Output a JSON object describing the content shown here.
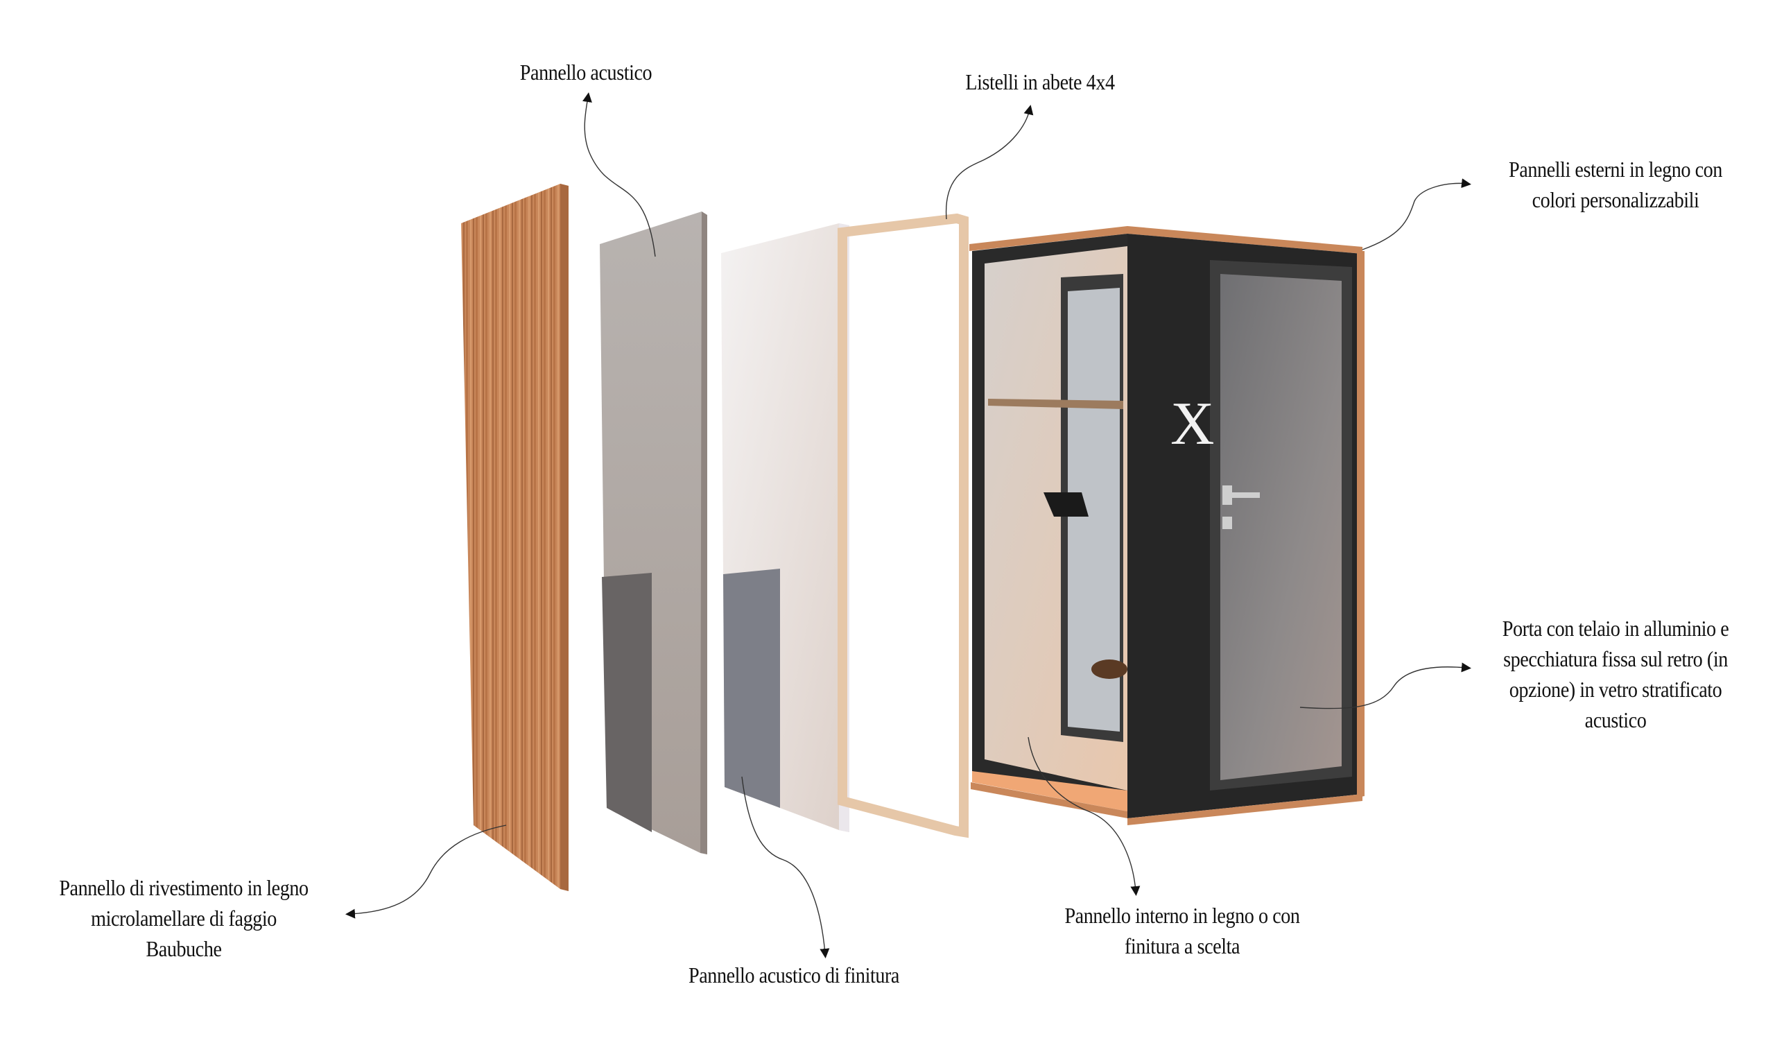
{
  "diagram": {
    "type": "exploded-view",
    "subject": "acoustic office booth",
    "logo_glyph": "X",
    "colors": {
      "background": "#ffffff",
      "wood": "#c9875a",
      "wood_dark": "#a8683f",
      "acoustic_grey": "#b3aaa4",
      "finish_white": "#ece6e3",
      "fir_frame": "#e6c7a8",
      "booth_black": "#262626",
      "floor_orange": "#f0a775",
      "glass": "#8a8a8c"
    }
  },
  "labels": {
    "acoustic_panel": {
      "lines": [
        "Pannello acustico"
      ]
    },
    "fir_battens": {
      "lines": [
        "Listelli in abete 4x4"
      ]
    },
    "external_panels": {
      "lines": [
        "Pannelli esterni in legno con",
        "colori personalizzabili"
      ]
    },
    "door": {
      "lines": [
        "Porta con telaio in alluminio e",
        "specchiatura fissa sul retro (in",
        "opzione) in vetro stratificato",
        "acustico"
      ]
    },
    "cladding_panel": {
      "lines": [
        "Pannello di rivestimento in legno",
        "microlamellare di faggio",
        "Baubuche"
      ]
    },
    "acoustic_finish_panel": {
      "lines": [
        "Pannello acustico di finitura"
      ]
    },
    "internal_panel": {
      "lines": [
        "Pannello interno in legno o con",
        "finitura a scelta"
      ]
    }
  }
}
